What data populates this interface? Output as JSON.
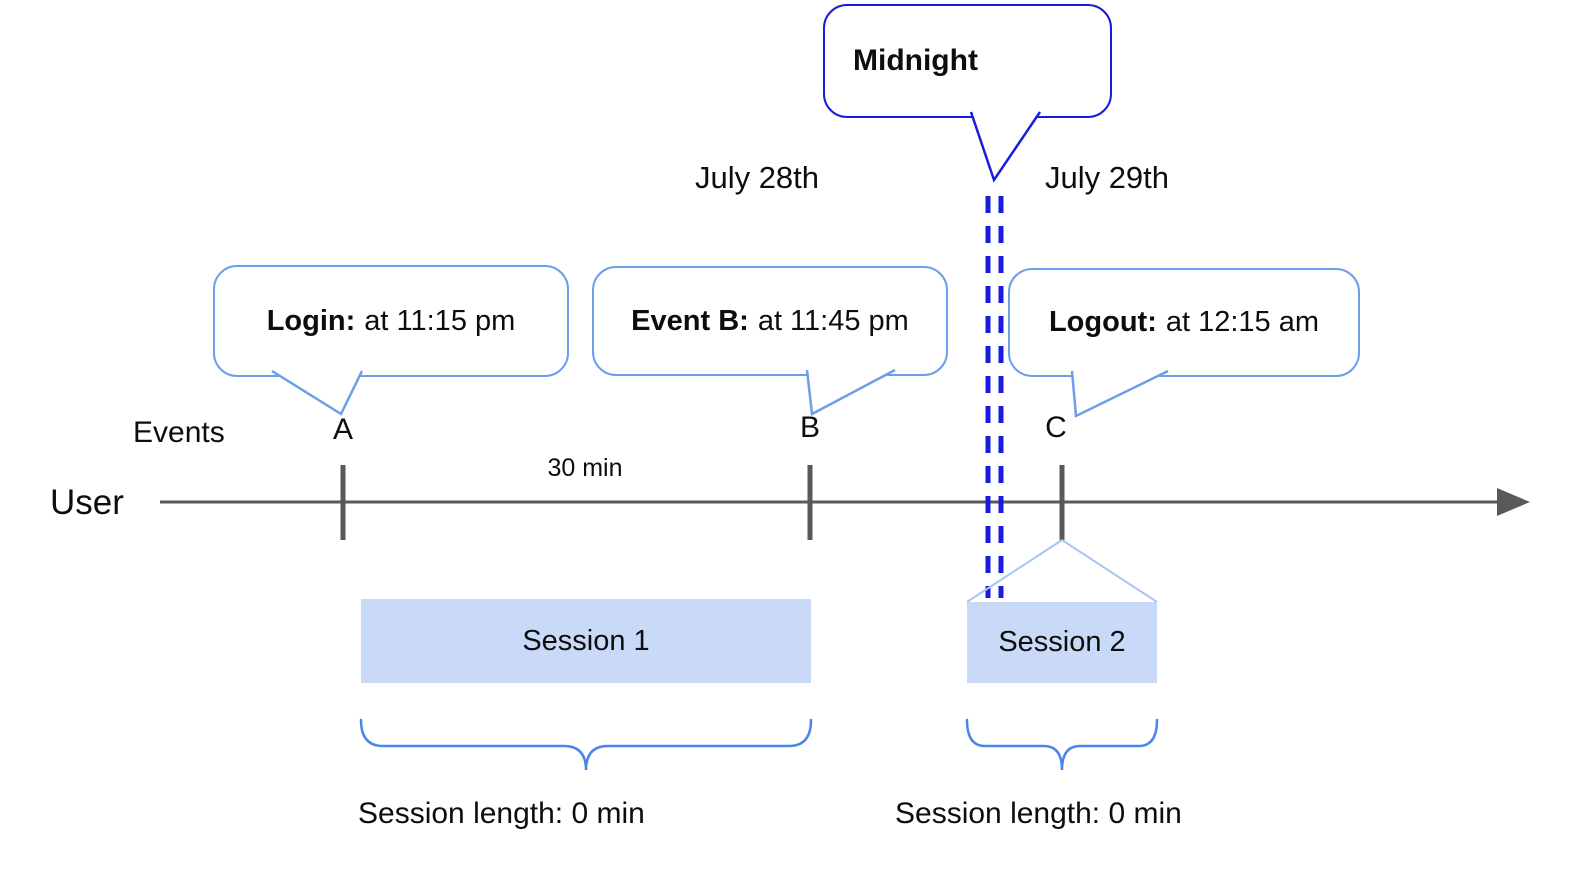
{
  "annotations": {
    "midnight": "Midnight",
    "date_left": "July 28th",
    "date_right": "July 29th",
    "interval": "30 min"
  },
  "axis": {
    "events_label": "Events",
    "user_label": "User"
  },
  "events": [
    {
      "marker": "A",
      "title": "Login:",
      "detail": "at 11:15 pm"
    },
    {
      "marker": "B",
      "title": "Event B:",
      "detail": "at 11:45 pm"
    },
    {
      "marker": "C",
      "title": "Logout:",
      "detail": "at 12:15 am"
    }
  ],
  "sessions": [
    {
      "label": "Session 1",
      "length": "Session length: 0 min"
    },
    {
      "label": "Session 2",
      "length": "Session length: 0 min"
    }
  ],
  "colors": {
    "timeline_gray": "#595959",
    "callout_border_blue": "#6d9eeb",
    "midnight_blue": "#1b1be0",
    "session_fill": "#c9daf8",
    "brace_blue": "#4a86e8",
    "funnel_blue": "#a9c5f2",
    "text_black": "#0d0d0d"
  }
}
